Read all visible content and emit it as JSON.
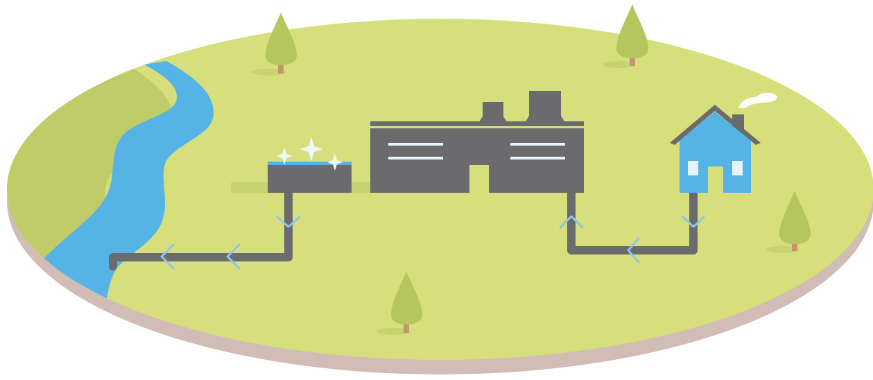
{
  "colors": {
    "ground": "#d6df7c",
    "ground_edge": "#d2bcb6",
    "river": "#55b4e5",
    "river_bank": "#bfcc68",
    "tree": "#b5c65e",
    "tree_shadow": "#c7d270",
    "trunk": "#c5956f",
    "pipe": "#6b6b6e",
    "building": "#6b6b6e",
    "house": "#55b4e5",
    "window": "#e8f4fa",
    "arrow": "#8ec6ea",
    "sparkle": "#eef7ff",
    "smoke": "#ffffff"
  },
  "icons": {
    "river": "river-icon",
    "treatment_tank": "treatment-tank-icon",
    "factory": "factory-icon",
    "house": "house-icon",
    "tree": "tree-icon",
    "flow_arrow": "flow-arrow-icon"
  },
  "flow": [
    {
      "from": "house",
      "to": "factory",
      "direction": "down-left-up"
    },
    {
      "from": "factory",
      "to": "treatment-tank",
      "direction": "internal"
    },
    {
      "from": "treatment-tank",
      "to": "river",
      "direction": "down-left"
    }
  ]
}
